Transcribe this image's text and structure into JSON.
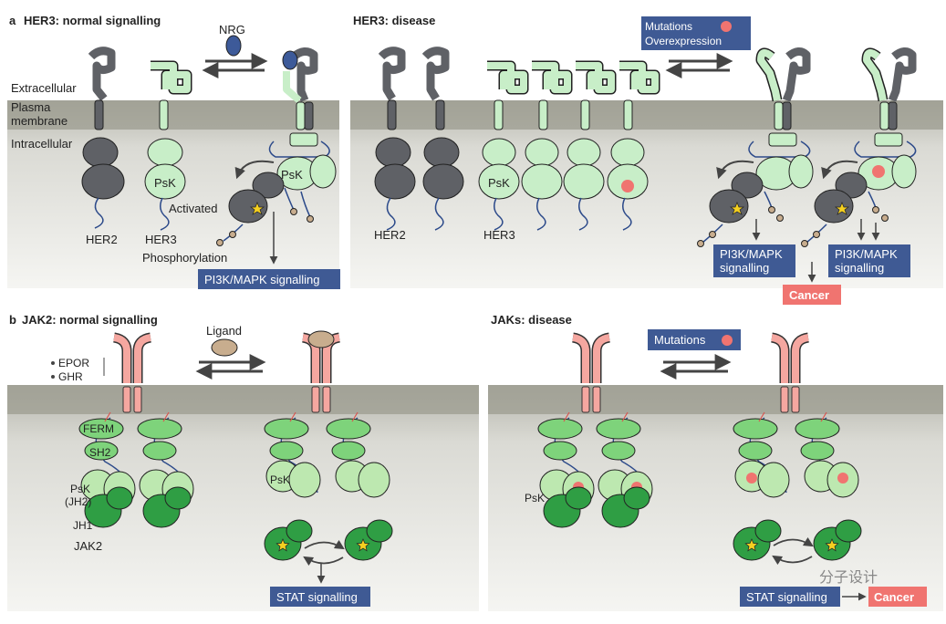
{
  "panel_a": {
    "letter": "a",
    "normal_title": "HER3: normal signalling",
    "disease_title": "HER3: disease",
    "ligand": "NRG",
    "regions": {
      "extracellular": "Extracellular",
      "membrane_1": "Plasma",
      "membrane_2": "membrane",
      "intracellular": "Intracellular"
    },
    "kinase_label": "PsK",
    "activated_label": "Activated",
    "phosphorylation_label": "Phosphorylation",
    "her2_label": "HER2",
    "her3_label": "HER3",
    "signalling_box": "PI3K/MAPK signalling",
    "signalling_box_line1": "PI3K/MAPK",
    "signalling_box_line2": "signalling",
    "disease_legend": [
      "Mutations",
      "Overexpression"
    ],
    "cancer_label": "Cancer"
  },
  "panel_b": {
    "letter": "b",
    "normal_title": "JAK2: normal signalling",
    "disease_title": "JAKs: disease",
    "ligand": "Ligand",
    "receptors": [
      "EPOR",
      "GHR"
    ],
    "domains": {
      "ferm": "FERM",
      "sh2": "SH2",
      "psk_1": "PsK",
      "psk_2": "(JH2)",
      "jh1": "JH1"
    },
    "jak2_label": "JAK2",
    "psk_label": "PsK",
    "stat_box": "STAT signalling",
    "mutations_legend": "Mutations",
    "cancer_label": "Cancer"
  },
  "watermark": "分子设计",
  "colors": {
    "membrane": "#9a9a8e",
    "cytosol": "#d8d8d2",
    "her2": "#5f6166",
    "her3": "#c8eec8",
    "jak_light": "#bde8b0",
    "jak_mid": "#7ed37b",
    "jak_dark": "#2f9e44",
    "receptor": "#f5a7a0",
    "box_blue": "#3f5a94",
    "cancer": "#f07470",
    "mutation": "#f07470",
    "star": "#f5d020",
    "ligand_nrg": "#3d5a99",
    "ligand_jak": "#c8ad8e"
  }
}
